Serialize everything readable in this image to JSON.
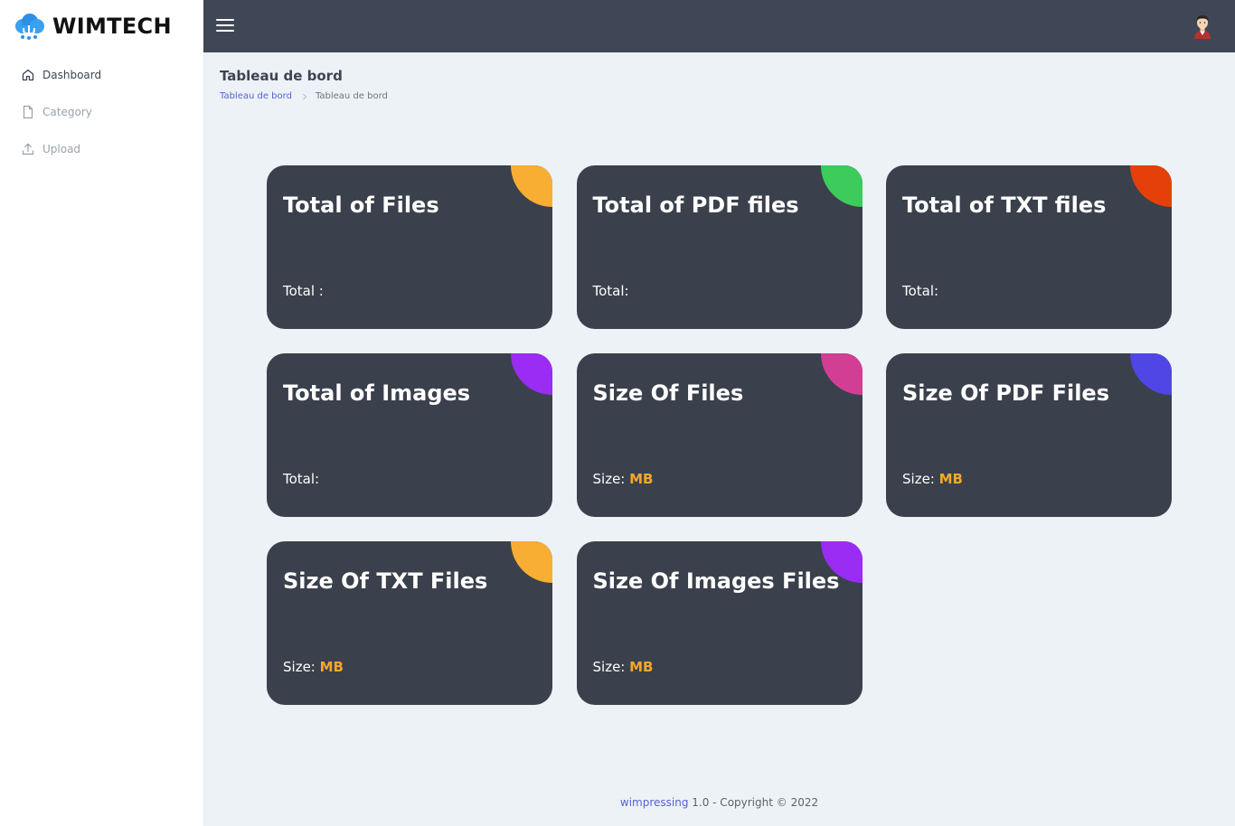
{
  "app": {
    "brand": "WIMTECH"
  },
  "sidebar": {
    "items": [
      {
        "label": "Dashboard",
        "icon": "home-icon",
        "active": true
      },
      {
        "label": "Category",
        "icon": "file-icon",
        "active": false
      },
      {
        "label": "Upload",
        "icon": "upload-icon",
        "active": false
      }
    ]
  },
  "topbar": {
    "menu_icon": "hamburger-icon",
    "avatar_icon": "user-avatar-icon"
  },
  "page": {
    "title": "Tableau de bord",
    "breadcrumb": {
      "link": "Tableau de bord",
      "current": "Tableau de bord"
    }
  },
  "cards": [
    {
      "title": "Total of Files",
      "foot_label": "Total :",
      "unit": "",
      "accent": "#f7ae33"
    },
    {
      "title": "Total of PDF files",
      "foot_label": "Total:",
      "unit": "",
      "accent": "#3dcb5c"
    },
    {
      "title": "Total of TXT files",
      "foot_label": "Total:",
      "unit": "",
      "accent": "#e5400a"
    },
    {
      "title": "Total of Images",
      "foot_label": "Total:",
      "unit": "",
      "accent": "#9b2cf4"
    },
    {
      "title": "Size Of Files",
      "foot_label": "Size: ",
      "unit": "MB",
      "accent": "#d23e93"
    },
    {
      "title": "Size Of PDF Files",
      "foot_label": "Size: ",
      "unit": "MB",
      "accent": "#4f46e5"
    },
    {
      "title": "Size Of TXT Files",
      "foot_label": "Size: ",
      "unit": "MB",
      "accent": "#f7ae33"
    },
    {
      "title": "Size Of Images Files",
      "foot_label": "Size: ",
      "unit": "MB",
      "accent": "#9b2cf4"
    }
  ],
  "footer": {
    "brand": "wimpressing",
    "text": " 1.0 - Copyright © 2022"
  },
  "colors": {
    "topbar": "#3f4756",
    "card": "#3a414c",
    "link": "#5561d6",
    "unit": "#f7a72a",
    "background": "#edf2f7"
  }
}
